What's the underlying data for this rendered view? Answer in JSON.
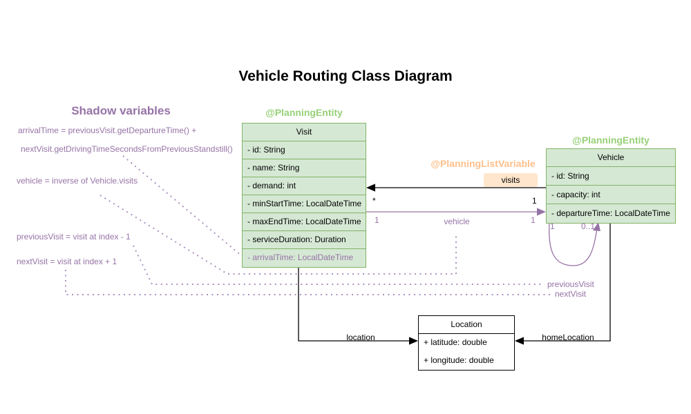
{
  "title": "Vehicle Routing Class Diagram",
  "shadow_notes": {
    "heading": "Shadow variables",
    "lines": [
      "arrivalTime = previousVisit.getDepartureTime() +",
      "nextVisit.getDrivingTimeSecondsFromPreviousStandstill()",
      "vehicle = inverse of Vehicle.visits",
      "previousVisit = visit at index - 1",
      "nextVisit = visit at index + 1"
    ]
  },
  "annotations": {
    "visit_entity": "@PlanningEntity",
    "vehicle_entity": "@PlanningEntity",
    "planning_list_variable": "@PlanningListVariable"
  },
  "classes": {
    "visit": {
      "name": "Visit",
      "attributes": [
        "- id: String",
        "- name: String",
        "- demand: int",
        "- minStartTime: LocalDateTime",
        "- maxEndTime: LocalDateTime",
        "- serviceDuration: Duration",
        "- arrivalTime: LocalDateTime"
      ]
    },
    "vehicle": {
      "name": "Vehicle",
      "attributes": [
        "- id: String",
        "- capacity: int",
        "- departureTime: LocalDateTime"
      ]
    },
    "location": {
      "name": "Location",
      "attributes": [
        "+ latitude: double",
        "+ longitude: double"
      ]
    }
  },
  "edges": {
    "visits": {
      "label": "visits",
      "mult_visit_end": "*",
      "mult_vehicle_end": "1"
    },
    "vehicle": {
      "label": "vehicle",
      "mult_visit_end": "1",
      "mult_vehicle_end": "1"
    },
    "visit_chain": {
      "label_prev": "previousVisit",
      "label_next": "nextVisit",
      "mult_left": "1",
      "mult_right": "0..1"
    },
    "location": {
      "label": "location"
    },
    "home_location": {
      "label": "homeLocation"
    }
  },
  "colors": {
    "entity_annotation_green": "#97d077",
    "class_fill_green": "#d5e8d4",
    "class_border_green": "#82b366",
    "purple": "#9673a6",
    "list_variable_orange": "#ffc08c",
    "visits_badge_fill": "#ffe6cc"
  }
}
